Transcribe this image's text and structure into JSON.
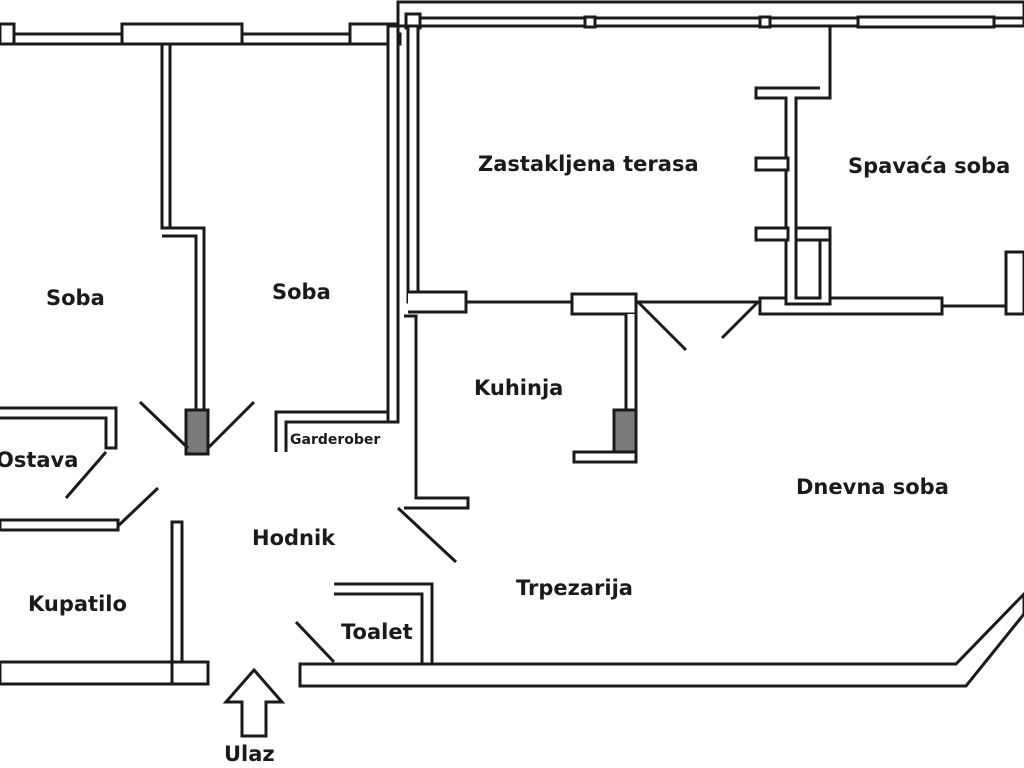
{
  "rooms": {
    "soba_left": "Soba",
    "soba_middle": "Soba",
    "zastakljena_terasa": "Zastakljena terasa",
    "spavaca_soba": "Spavaća soba",
    "kuhinja": "Kuhinja",
    "garderober": "Garderober",
    "ostava": "Ostava",
    "dnevna_soba": "Dnevna soba",
    "hodnik": "Hodnik",
    "kupatilo": "Kupatilo",
    "trpezarija": "Trpezarija",
    "toalet": "Toalet",
    "ulaz": "Ulaz"
  },
  "colors": {
    "wall": "#ffffff",
    "line": "#1a1a1a",
    "chimney": "#7a7a7a"
  },
  "icons": {
    "entrance": "arrow-up-icon"
  }
}
